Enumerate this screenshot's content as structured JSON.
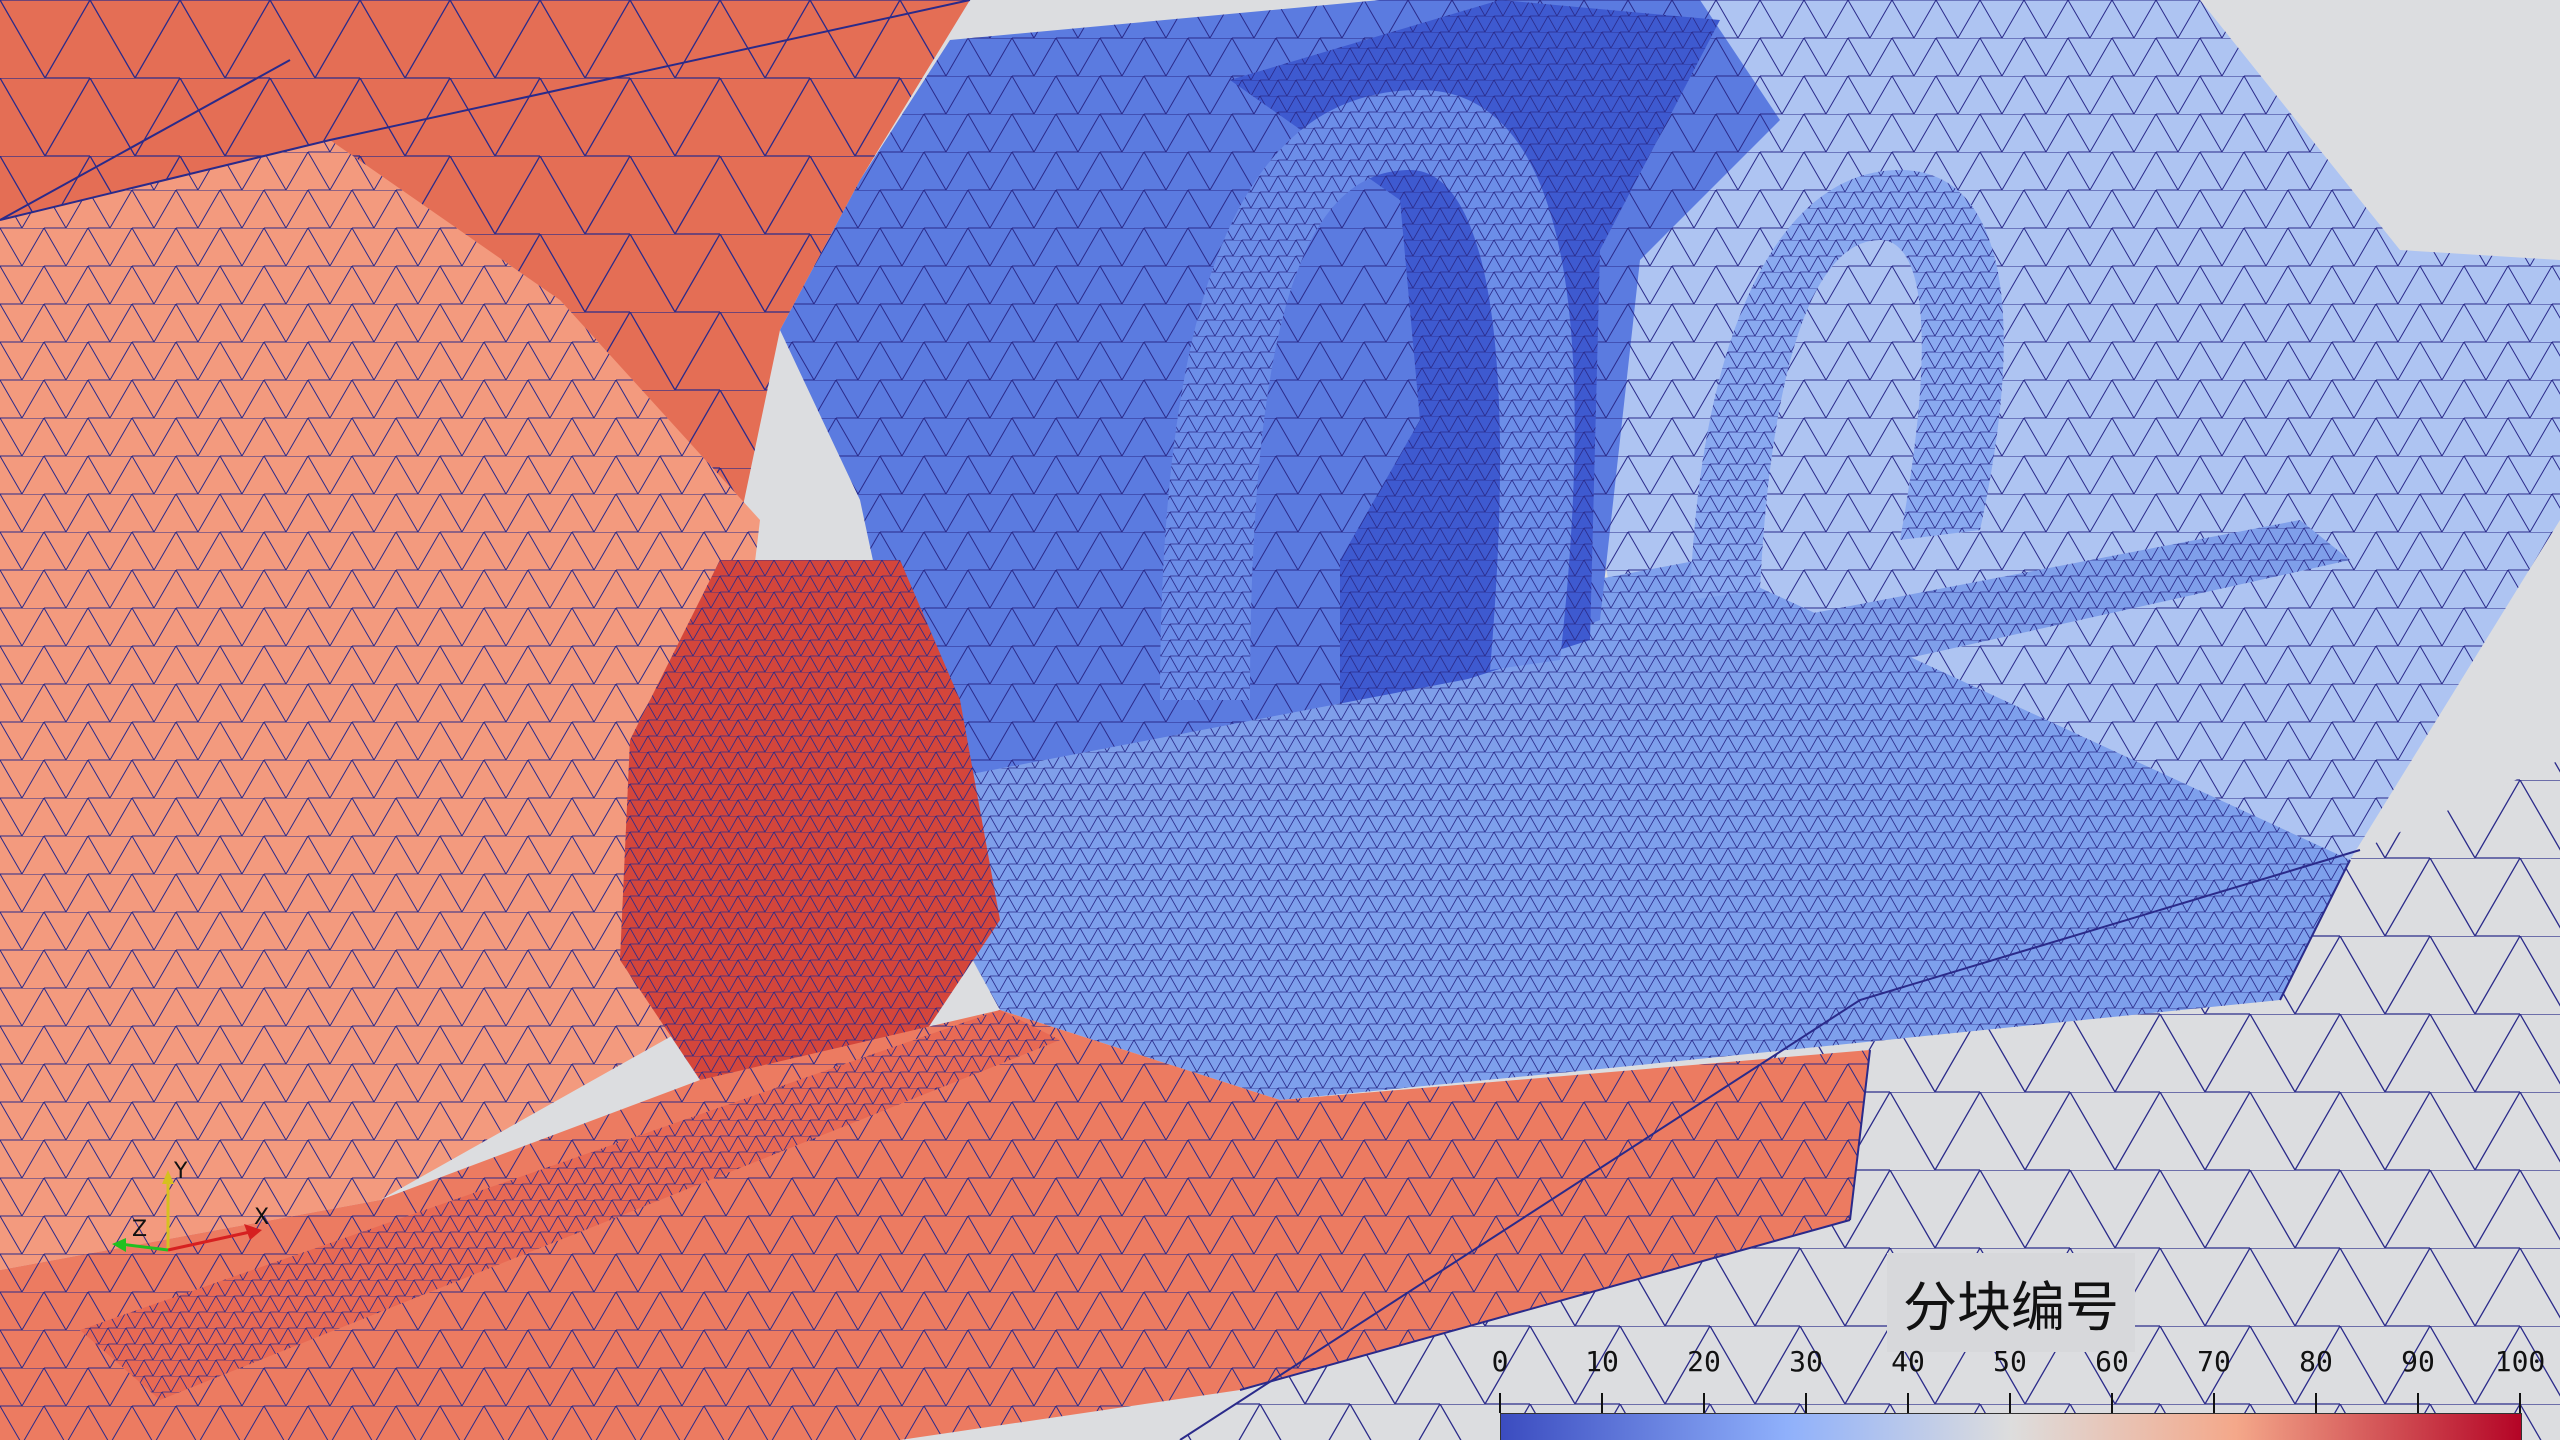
{
  "viewport": {
    "background": "#dcdde0",
    "edge_color": "#2a2a8a"
  },
  "scalar_bar": {
    "title": "分块编号",
    "range": [
      0,
      100
    ],
    "ticks": [
      "0",
      "10",
      "20",
      "30",
      "40",
      "50",
      "60",
      "70",
      "80",
      "90",
      "100"
    ],
    "colormap": "coolwarm",
    "colors": {
      "low": "#3b4cc0",
      "mid": "#dddddd",
      "high": "#b40426"
    }
  },
  "orientation_axes": {
    "x_label": "X",
    "y_label": "Y",
    "z_label": "Z",
    "x_color": "#d62020",
    "y_color": "#d6c020",
    "z_color": "#20c020"
  },
  "regions": [
    {
      "id": "left-wall",
      "value": 78
    },
    {
      "id": "upper-left-wall",
      "value": 82
    },
    {
      "id": "near-floor",
      "value": 75
    },
    {
      "id": "dark-core",
      "value": 88
    },
    {
      "id": "center-block",
      "value": 14
    },
    {
      "id": "back-upper",
      "value": 8
    },
    {
      "id": "mid-floor",
      "value": 22
    },
    {
      "id": "light-zone",
      "value": 32
    },
    {
      "id": "far-region",
      "value": 47
    }
  ]
}
